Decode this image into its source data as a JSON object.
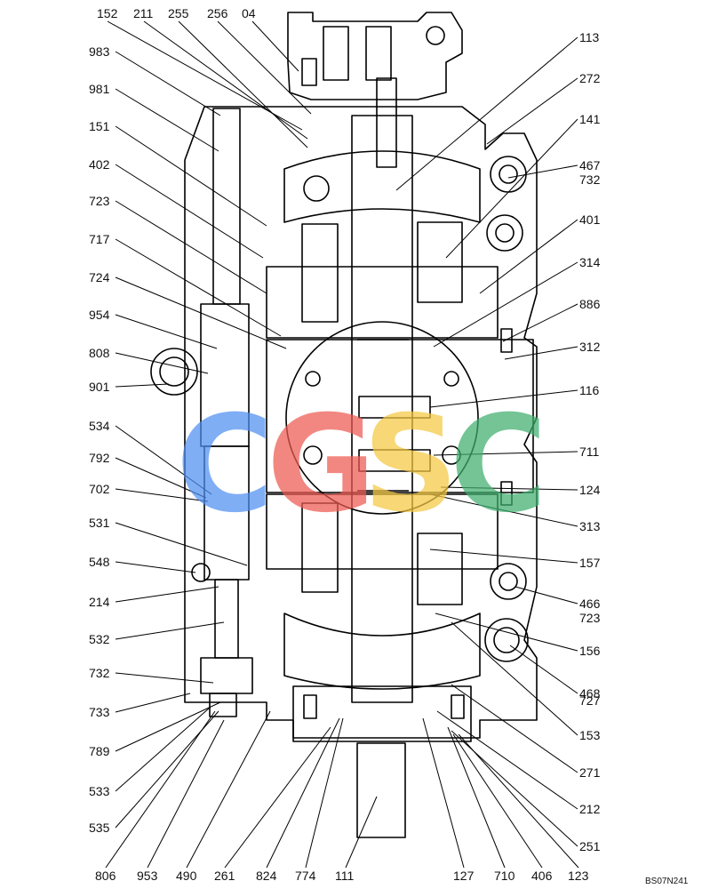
{
  "figure_code": "BS07N241",
  "watermark": {
    "letters": [
      {
        "char": "C",
        "color": "#4f8ff2"
      },
      {
        "char": "G",
        "color": "#ee5a52"
      },
      {
        "char": "S",
        "color": "#f5c842"
      },
      {
        "char": "C",
        "color": "#3fae6e"
      }
    ]
  },
  "callouts": {
    "left": [
      "983",
      "981",
      "151",
      "402",
      "723",
      "717",
      "724",
      "954",
      "808",
      "901",
      "534",
      "792",
      "702",
      "531",
      "548",
      "214",
      "532",
      "732",
      "733",
      "789",
      "533",
      "535"
    ],
    "top": [
      "152",
      "211",
      "255",
      "256",
      "04"
    ],
    "right": [
      "113",
      "272",
      "141",
      "467",
      "732",
      "401",
      "314",
      "886",
      "312",
      "116",
      "711",
      "124",
      "313",
      "157",
      "466",
      "723",
      "156",
      "468",
      "727",
      "153",
      "271",
      "212",
      "251"
    ],
    "bottom": [
      "806",
      "953",
      "490",
      "261",
      "824",
      "774",
      "111",
      "127",
      "710",
      "406",
      "123"
    ]
  }
}
